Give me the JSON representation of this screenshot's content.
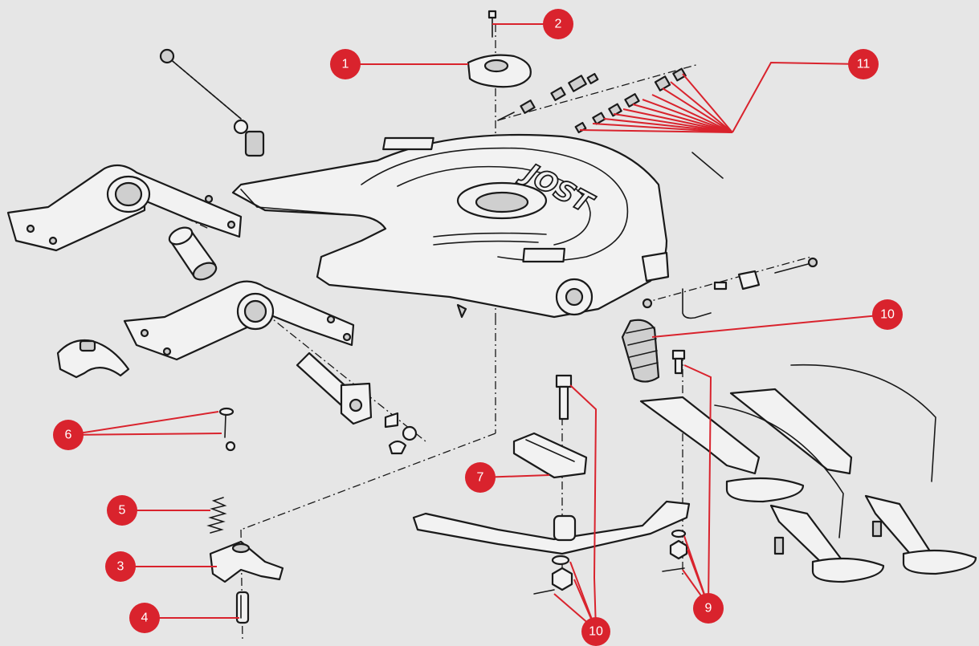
{
  "diagram": {
    "brand_text": "JOST",
    "brand_color": "#d9232d",
    "background_color": "#e6e6e6",
    "callouts": [
      {
        "id": "c1",
        "label": "1"
      },
      {
        "id": "c2",
        "label": "2"
      },
      {
        "id": "c3",
        "label": "3"
      },
      {
        "id": "c4",
        "label": "4"
      },
      {
        "id": "c5",
        "label": "5"
      },
      {
        "id": "c6",
        "label": "6"
      },
      {
        "id": "c7",
        "label": "7"
      },
      {
        "id": "c9",
        "label": "9"
      },
      {
        "id": "c10a",
        "label": "10"
      },
      {
        "id": "c10b",
        "label": "10"
      },
      {
        "id": "c11",
        "label": "11"
      }
    ]
  }
}
